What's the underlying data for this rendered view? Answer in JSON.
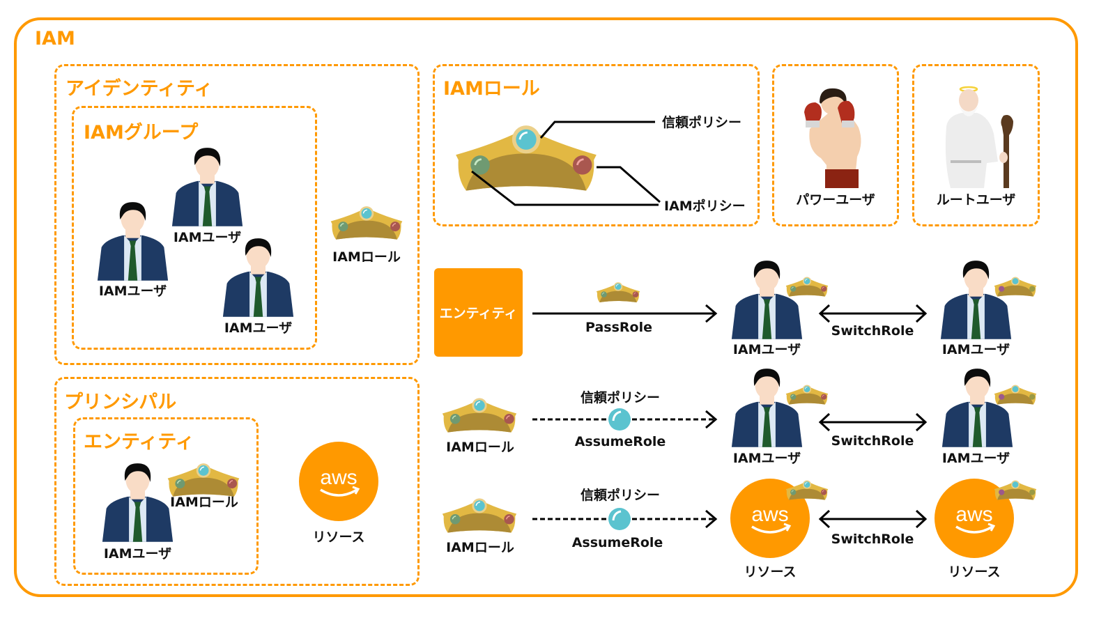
{
  "diagram": {
    "title": "IAM",
    "accent_color": "#FF9900",
    "identity_section": {
      "title": "アイデンティティ",
      "group": {
        "title": "IAMグループ",
        "users": [
          "IAMユーザ",
          "IAMユーザ",
          "IAMユーザ"
        ]
      },
      "role_label": "IAMロール"
    },
    "principal_section": {
      "title": "プリンシパル",
      "entity": {
        "title": "エンティティ",
        "user_label": "IAMユーザ",
        "role_label": "IAMロール"
      },
      "resource_label": "リソース",
      "aws_logo_text": "aws"
    },
    "role_section": {
      "title": "IAMロール",
      "trust_policy_label": "信頼ポリシー",
      "iam_policy_label": "IAMポリシー"
    },
    "power_user": {
      "label": "パワーユーザ"
    },
    "root_user": {
      "label": "ルートユーザ"
    },
    "flows": [
      {
        "source_label": "エンティティ",
        "action": "PassRole",
        "target_label": "IAMユーザ",
        "switch_label": "SwitchRole",
        "switch_target_label": "IAMユーザ"
      },
      {
        "source_label": "IAMロール",
        "policy_label": "信頼ポリシー",
        "action": "AssumeRole",
        "target_label": "IAMユーザ",
        "switch_label": "SwitchRole",
        "switch_target_label": "IAMユーザ"
      },
      {
        "source_label": "IAMロール",
        "policy_label": "信頼ポリシー",
        "action": "AssumeRole",
        "target_label": "リソース",
        "switch_label": "SwitchRole",
        "switch_target_label": "リソース",
        "aws_logo_text": "aws"
      }
    ]
  }
}
